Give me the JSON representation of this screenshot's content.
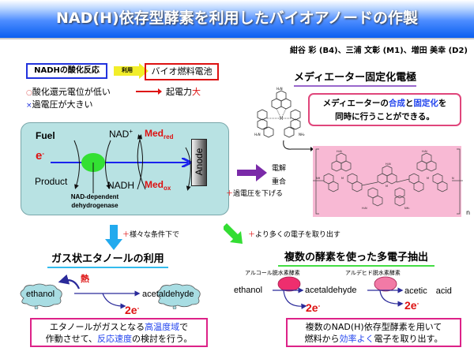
{
  "title": "NAD(H)依存型酵素を利用したバイオアノードの作製",
  "authors": "紺谷 彩 (B4)、三浦 文彰 (M1)、増田 美幸 (D2)",
  "top_left": {
    "nadh_box": "NADHの酸化反応",
    "use_label": "利用",
    "biofuel_box": "バイオ燃料電池",
    "point1_mark": "○",
    "point1": "酸化還元電位が低い",
    "point1_result_prefix": "起電力",
    "point1_result_emph": "大",
    "point2_mark": "×",
    "point2": "過電圧が大きい"
  },
  "diagram": {
    "fuel": "Fuel",
    "electron": "e",
    "electron_sup": "-",
    "product": "Product",
    "nad_plus": "NAD",
    "nad_plus_sup": "+",
    "nadh": "NADH",
    "med_red": "Med",
    "med_red_sub": "red",
    "med_ox": "Med",
    "med_ox_sub": "ox",
    "anode": "Anode",
    "enzyme_line1": "NAD-dependent",
    "enzyme_line2": "dehydrogenase"
  },
  "process": {
    "electrolysis": "電解",
    "polymerization": "重合",
    "plus": "＋",
    "overpotential": "過電圧を下げる"
  },
  "mediator": {
    "heading": "メディエーター固定化電極",
    "box_part1": "メディエーターの",
    "box_blue1": "合成",
    "box_part2": "と",
    "box_blue2": "固定化",
    "box_part3": "を",
    "box_line2": "同時に行うことができる。",
    "polymer_n": "n"
  },
  "transitions": {
    "plus": "＋",
    "conditions": "様々な条件下で",
    "more_electrons": "より多くの電子を取り出す"
  },
  "gas_section": {
    "heading": "ガス状エタノールの利用",
    "ethanol": "ethanol",
    "acetaldehyde": "acetaldehyde",
    "heat": "熱",
    "two_e": "2e",
    "two_e_sup": "-",
    "box_line1_a": "エタノールがガスとなる",
    "box_line1_blue": "高温度域",
    "box_line1_b": "で",
    "box_line2_a": "作動させて、",
    "box_line2_blue": "反応速度",
    "box_line2_b": "の検討を行う。"
  },
  "multi_section": {
    "heading": "複数の酵素を使った多電子抽出",
    "enzyme1": "アルコール脱水素酵素",
    "enzyme2": "アルデヒド脱水素酵素",
    "ethanol": "ethanol",
    "acetaldehyde": "acetaldehyde",
    "acetic_acid": "acetic　acid",
    "two_e": "2e",
    "two_e_sup": "-",
    "box_line1": "複数のNAD(H)依存型酵素を用いて",
    "box_line2_a": "燃料から",
    "box_line2_blue": "効率よく",
    "box_line2_b": "電子を取り出す。"
  },
  "colors": {
    "title_blue": "#0a5ff0",
    "red": "#dd1111",
    "blue_text": "#2244ee",
    "panel_bg": "#b8e2e3",
    "polymer_bg": "#f8b9d4",
    "purple": "#7a2aa8",
    "magenta_border": "#dd2288"
  }
}
